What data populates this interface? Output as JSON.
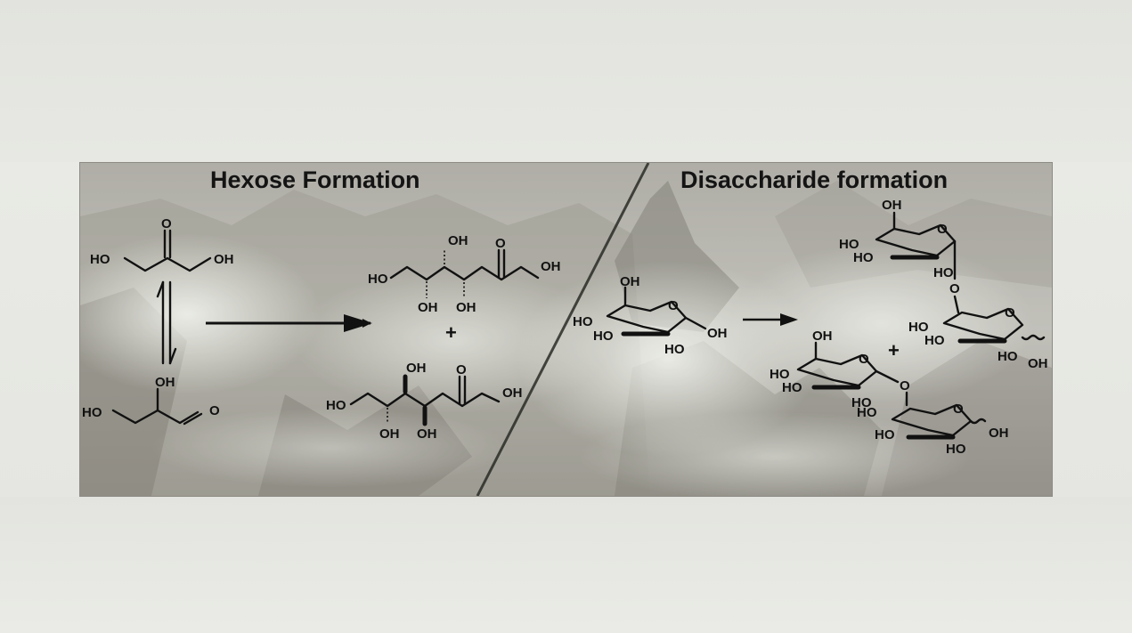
{
  "panels": {
    "left_title": "Hexose Formation",
    "right_title": "Disaccharide formation"
  },
  "labels": {
    "o": "O",
    "oh": "OH",
    "ho": "HO",
    "plus": "+"
  },
  "colors": {
    "ink": "#111111",
    "background_sea": "#8f8d84",
    "foam": "#e6e8e2",
    "page": "#e7e8e3"
  }
}
